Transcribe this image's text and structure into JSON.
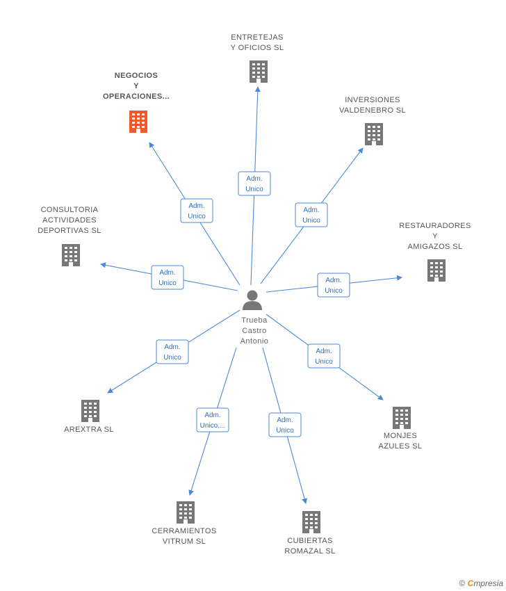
{
  "center": {
    "label_lines": [
      "Trueba",
      "Castro",
      "Antonio"
    ],
    "icon": "person-icon"
  },
  "colors": {
    "edge": "#4a8ad8",
    "building": "#777777",
    "highlight_building": "#f05a28"
  },
  "companies": [
    {
      "id": "negocios",
      "lines": [
        "NEGOCIOS",
        "Y",
        "OPERACIONES..."
      ],
      "highlight": true,
      "role_lines": [
        "Adm.",
        "Unico"
      ]
    },
    {
      "id": "entretejas",
      "lines": [
        "ENTRETEJAS",
        "Y OFICIOS SL"
      ],
      "highlight": false,
      "role_lines": [
        "Adm.",
        "Unico"
      ]
    },
    {
      "id": "inversiones",
      "lines": [
        "INVERSIONES",
        "VALDENEBRO SL"
      ],
      "highlight": false,
      "role_lines": [
        "Adm.",
        "Unico"
      ]
    },
    {
      "id": "consultoria",
      "lines": [
        "CONSULTORIA",
        "ACTIVIDADES",
        "DEPORTIVAS SL"
      ],
      "highlight": false,
      "role_lines": [
        "Adm.",
        "Unico"
      ]
    },
    {
      "id": "restauradores",
      "lines": [
        "RESTAURADORES",
        "Y",
        "AMIGAZOS  SL"
      ],
      "highlight": false,
      "role_lines": [
        "Adm.",
        "Unico"
      ]
    },
    {
      "id": "arextra",
      "lines": [
        "AREXTRA  SL"
      ],
      "highlight": false,
      "role_lines": [
        "Adm.",
        "Unico"
      ]
    },
    {
      "id": "monjes",
      "lines": [
        "MONJES",
        "AZULES SL"
      ],
      "highlight": false,
      "role_lines": [
        "Adm.",
        "Unico"
      ]
    },
    {
      "id": "cerramientos",
      "lines": [
        "CERRAMIENTOS",
        "VITRUM SL"
      ],
      "highlight": false,
      "role_lines": [
        "Adm.",
        "Unico,..."
      ]
    },
    {
      "id": "cubiertas",
      "lines": [
        "CUBIERTAS",
        "ROMAZAL SL"
      ],
      "highlight": false,
      "role_lines": [
        "Adm.",
        "Unico"
      ]
    }
  ],
  "footer": {
    "copyright": "©",
    "brand_first": "C",
    "brand_rest": "mpresia"
  }
}
